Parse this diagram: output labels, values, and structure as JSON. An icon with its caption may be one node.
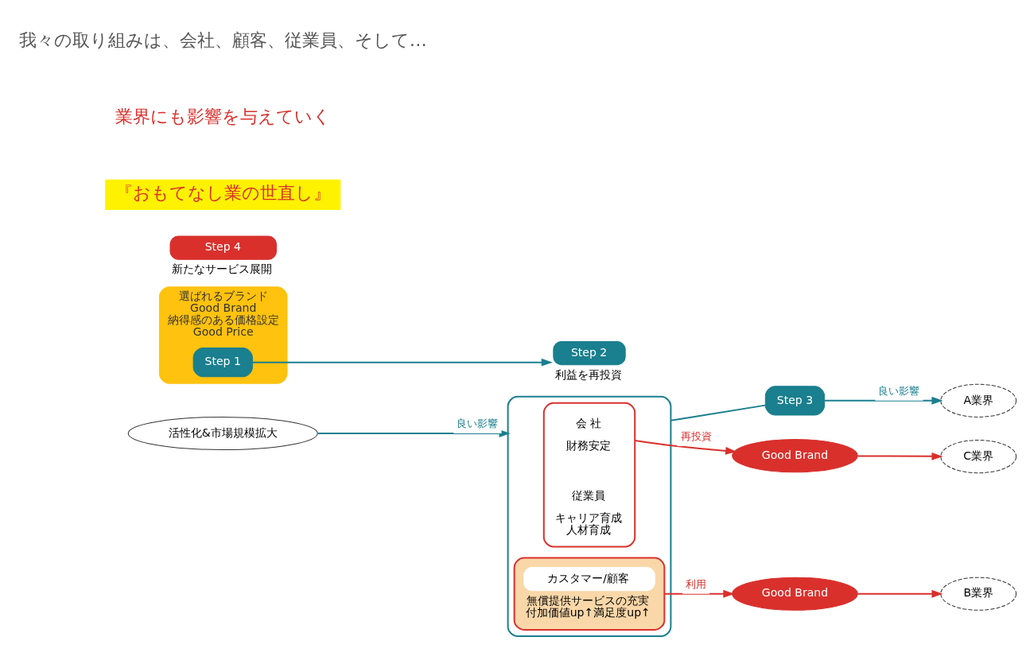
{
  "diagram": {
    "nodes": [
      {
        "text": [
          "活性化&市場規模拡大"
        ]
      },
      {
        "text": [
          "A業界"
        ]
      },
      {
        "text": [
          "選ばれるブランド",
          "Good Brand",
          "納得感のある価格設定",
          "Good Price"
        ]
      },
      {
        "text": [
          "Step 1"
        ],
        "in": 2
      },
      {
        "text": [
          "Step 2"
        ],
        "beside": [
          "利益を再投資"
        ]
      },
      {
        "text": [],
        "shape": "box"
      },
      {
        "text": [],
        "shape": "box",
        "in": 5
      },
      {
        "text": [
          "会 社"
        ],
        "in": 6,
        "beside": [
          "財務安定"
        ]
      },
      {
        "text": [
          "従業員"
        ],
        "in": 6,
        "beside": [
          "キャリア育成",
          "人材育成"
        ]
      },
      {
        "text": [],
        "shape": "box",
        "in": 5
      },
      {
        "text": [
          "カスタマー/顧客"
        ],
        "in": 9,
        "beside": [
          "無償提供サービスの充実",
          "付加価値up↑満足度up↑"
        ]
      },
      {
        "text": [
          "Step 3"
        ]
      },
      {
        "text": [
          "Good Brand"
        ]
      },
      {
        "text": [
          "C業界"
        ]
      },
      {
        "text": [
          "Good Brand"
        ]
      },
      {
        "text": [
          "B業界"
        ]
      },
      {
        "text": [
          "Step 4"
        ],
        "beside": [
          "新たなサービス展開"
        ]
      }
    ],
    "edges": [
      {
        "from": 0,
        "to": 5,
        "arrow": "to",
        "label": "良い影響",
        "color": "#1a7f8e"
      },
      {
        "from": 3,
        "to": 4,
        "arrow": "to",
        "color": "#1a7f8e"
      },
      {
        "from": 5,
        "to": 11,
        "arrow": "none",
        "color": "#1a7f8e"
      },
      {
        "from": 11,
        "to": 1,
        "arrow": "to",
        "label": "良い影響",
        "color": "#1a7f8e"
      },
      {
        "from": 6,
        "to": 12,
        "arrow": "to",
        "label": "再投資",
        "color": "#d9302c"
      },
      {
        "from": 12,
        "to": 13,
        "arrow": "to",
        "color": "#d9302c"
      },
      {
        "from": 9,
        "to": 14,
        "arrow": "to",
        "label": "利用",
        "color": "#d9302c"
      },
      {
        "from": 14,
        "to": 15,
        "arrow": "to",
        "color": "#d9302c"
      }
    ],
    "labels": [
      "我々の取り組みは、会社、顧客、従業員、そして…",
      "業界にも影響を与えていく",
      "『おもてなし業の世直し』"
    ]
  }
}
